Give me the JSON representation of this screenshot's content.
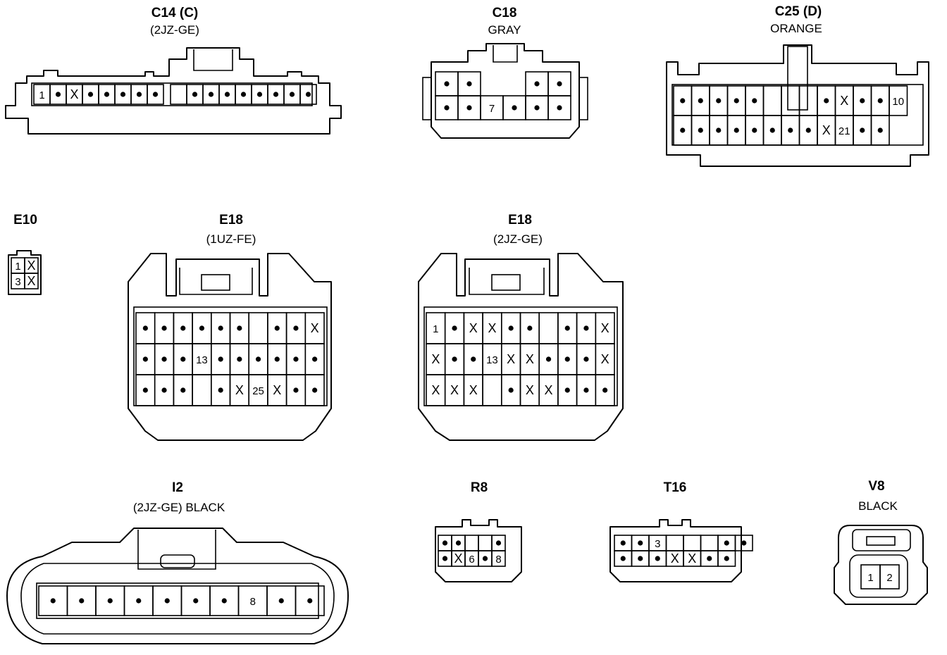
{
  "connectors": [
    {
      "id": "c14",
      "title": "C14 (C)",
      "subtitle": "(2JZ-GE)",
      "rows": [
        [
          "1",
          "•",
          "X",
          "•",
          "•",
          "•",
          "•",
          "•",
          "",
          "•",
          "•",
          "•",
          "•",
          "•",
          "•",
          "•",
          "•"
        ]
      ]
    },
    {
      "id": "c18",
      "title": "C18",
      "subtitle": "GRAY",
      "rows": [
        [
          "•",
          "•",
          "",
          "",
          "•",
          "•"
        ],
        [
          "•",
          "•",
          "7",
          "•",
          "•",
          "•"
        ]
      ]
    },
    {
      "id": "c25",
      "title": "C25 (D)",
      "subtitle": "ORANGE",
      "rows": [
        [
          "•",
          "•",
          "•",
          "•",
          "•",
          "",
          "",
          "",
          "•",
          "X",
          "•",
          "•",
          "10"
        ],
        [
          "•",
          "•",
          "•",
          "•",
          "•",
          "•",
          "•",
          "•",
          "X",
          "21",
          "•",
          "•"
        ]
      ]
    },
    {
      "id": "e10",
      "title": "E10",
      "subtitle": "",
      "rows": [
        [
          "1",
          "X"
        ],
        [
          "3",
          "X"
        ]
      ]
    },
    {
      "id": "e18a",
      "title": "E18",
      "subtitle": "(1UZ-FE)",
      "rows": [
        [
          "•",
          "•",
          "•",
          "•",
          "•",
          "•",
          "",
          "•",
          "•",
          "X"
        ],
        [
          "•",
          "•",
          "•",
          "13",
          "•",
          "•",
          "•",
          "•",
          "•",
          "•"
        ],
        [
          "•",
          "•",
          "•",
          "",
          "•",
          "X",
          "25",
          "X",
          "•",
          "•"
        ]
      ]
    },
    {
      "id": "e18b",
      "title": "E18",
      "subtitle": "(2JZ-GE)",
      "rows": [
        [
          "1",
          "•",
          "X",
          "X",
          "•",
          "•",
          "",
          "•",
          "•",
          "X"
        ],
        [
          "X",
          "•",
          "•",
          "13",
          "X",
          "X",
          "•",
          "•",
          "•",
          "X"
        ],
        [
          "X",
          "X",
          "X",
          "",
          "•",
          "X",
          "X",
          "•",
          "•",
          "•"
        ]
      ]
    },
    {
      "id": "i2",
      "title": "I2",
      "subtitle": "(2JZ-GE)  BLACK",
      "rows": [
        [
          "•",
          "•",
          "•",
          "•",
          "•",
          "•",
          "•",
          "8",
          "•",
          "•"
        ]
      ]
    },
    {
      "id": "r8",
      "title": "R8",
      "subtitle": "",
      "rows": [
        [
          "•",
          "•",
          "",
          "",
          "•"
        ],
        [
          "•",
          "X",
          "6",
          "•",
          "8"
        ]
      ]
    },
    {
      "id": "t16",
      "title": "T16",
      "subtitle": "",
      "rows": [
        [
          "•",
          "•",
          "3",
          "",
          "",
          "",
          "•",
          "•"
        ],
        [
          "•",
          "•",
          "•",
          "X",
          "X",
          "•",
          "•"
        ]
      ]
    },
    {
      "id": "v8",
      "title": "V8",
      "subtitle": "BLACK",
      "rows": [
        [
          "1",
          "2"
        ]
      ]
    }
  ]
}
